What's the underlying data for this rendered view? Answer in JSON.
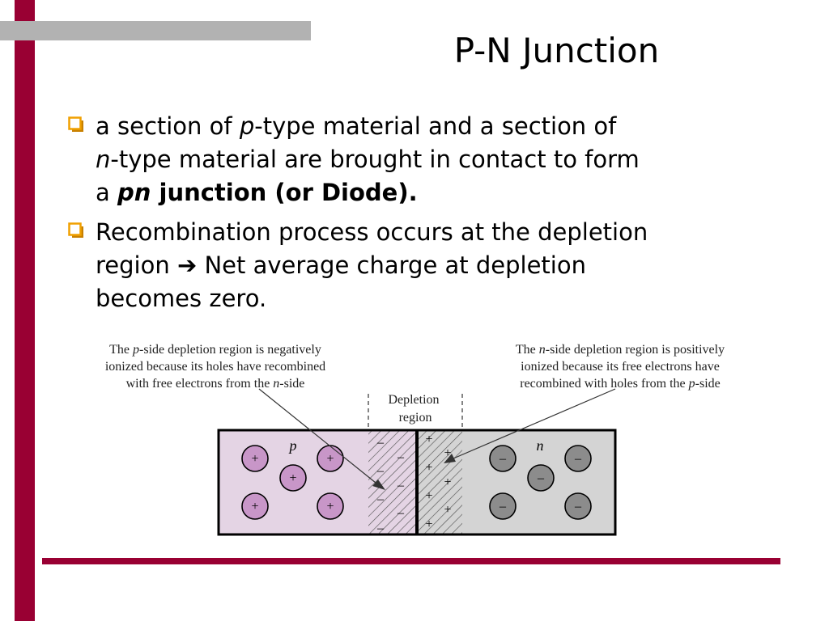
{
  "slide": {
    "title": "P-N Junction",
    "bullets": [
      {
        "segments": [
          {
            "text": "a section of "
          },
          {
            "text": "p",
            "italic": true
          },
          {
            "text": "-type material and a section of "
          },
          {
            "br": true
          },
          {
            "text": "n",
            "italic": true
          },
          {
            "text": "-type material are brought in contact to form "
          },
          {
            "br": true
          },
          {
            "text": "a "
          },
          {
            "text": "pn",
            "italic": true,
            "bold": true
          },
          {
            "text": " junction (or Diode).",
            "bold": true
          }
        ]
      },
      {
        "segments": [
          {
            "text": "Recombination process occurs at the depletion "
          },
          {
            "br": true
          },
          {
            "text": "region "
          },
          {
            "text": "➔",
            "arrow": true
          },
          {
            "text": " Net average charge at depletion "
          },
          {
            "br": true
          },
          {
            "text": "becomes zero."
          }
        ]
      }
    ]
  },
  "diagram": {
    "p_annotation": [
      [
        {
          "t": "The "
        },
        {
          "t": "p",
          "i": true
        },
        {
          "t": "-side depletion region is negatively"
        }
      ],
      [
        {
          "t": "ionized because its holes have recombined"
        }
      ],
      [
        {
          "t": "with free electrons from the "
        },
        {
          "t": "n",
          "i": true
        },
        {
          "t": "-side"
        }
      ]
    ],
    "n_annotation": [
      [
        {
          "t": "The "
        },
        {
          "t": "n",
          "i": true
        },
        {
          "t": "-side depletion region is positively"
        }
      ],
      [
        {
          "t": "ionized because its free electrons have"
        }
      ],
      [
        {
          "t": "recombined with holes from the "
        },
        {
          "t": "p",
          "i": true
        },
        {
          "t": "-side"
        }
      ]
    ],
    "depletion_label": [
      "Depletion",
      "region"
    ],
    "p_label": "p",
    "n_label": "n",
    "plus_sign": "+",
    "minus_sign": "–",
    "colors": {
      "accent": "#990033",
      "gray_bar": "#b2b2b2",
      "bullet_icon": "#f0a000",
      "p_region": "#e4d4e4",
      "p_ion": "#c896c8",
      "n_region": "#d4d4d4",
      "n_ion": "#8c8c8c"
    }
  }
}
